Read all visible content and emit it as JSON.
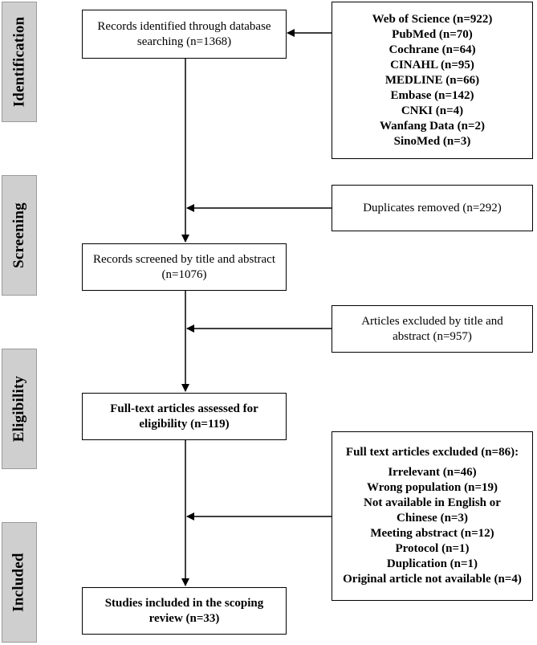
{
  "phases": {
    "identification": "Identification",
    "screening": "Screening",
    "eligibility": "Eligibility",
    "included": "Included"
  },
  "main_boxes": {
    "records_identified": "Records identified through database searching (n=1368)",
    "records_screened": "Records screened by title and abstract (n=1076)",
    "fulltext_assessed": "Full-text articles assessed for eligibility (n=119)",
    "studies_included": "Studies included in the scoping review (n=33)"
  },
  "databases": [
    "Web of Science (n=922)",
    "PubMed (n=70)",
    "Cochrane (n=64)",
    "CINAHL (n=95)",
    "MEDLINE (n=66)",
    "Embase (n=142)",
    "CNKI (n=4)",
    "Wanfang Data  (n=2)",
    "SinoMed  (n=3)"
  ],
  "side_boxes": {
    "duplicates_removed": "Duplicates removed (n=292)",
    "excluded_title_abstract": "Articles excluded by title and abstract (n=957)",
    "fulltext_excluded_title": "Full text articles excluded (n=86):",
    "fulltext_excluded_reasons": [
      "Irrelevant (n=46)",
      "Wrong population (n=19)",
      "Not available in English or Chinese (n=3)",
      "Meeting abstract (n=12)",
      "Protocol (n=1)",
      "Duplication (n=1)",
      "Original article not available (n=4)"
    ]
  }
}
